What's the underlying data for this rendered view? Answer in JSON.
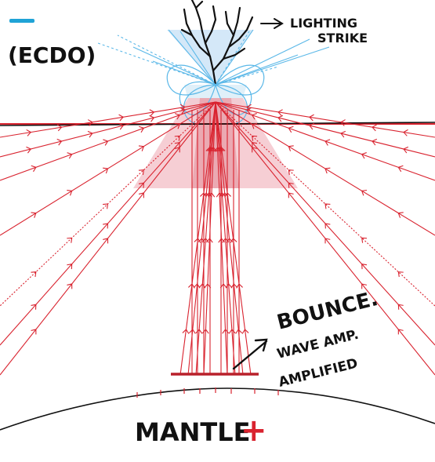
{
  "labels": {
    "corner_tag": "(ECDO)",
    "strike_line1": "LIGHTING",
    "strike_line2": "STRIKE",
    "bounce": "BOUNCE.",
    "wave_line1": "WAVE AMP.",
    "wave_line2": "AMPLIFIED",
    "mantle": "MANTLE",
    "plus_sign": "+"
  },
  "colors": {
    "accent_dash": "#1fa3d6",
    "field_blue": "#5bb8e8",
    "field_blue_fill": "#cfe6f7",
    "wave_red": "#d9232f",
    "wave_red_fill": "#f4c6cc",
    "wave_red_dark": "#b8202a",
    "ink": "#111111"
  }
}
